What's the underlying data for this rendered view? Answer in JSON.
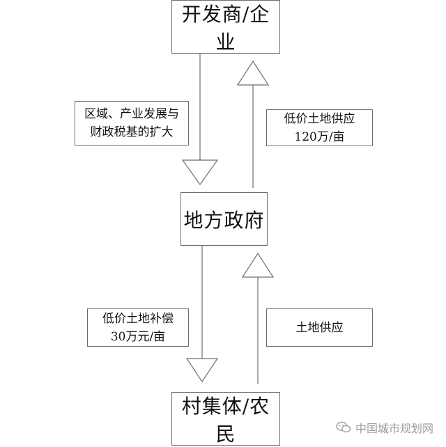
{
  "nodes": {
    "developer": "开发商/企业",
    "government": "地方政府",
    "village": "村集体/农民"
  },
  "notes": {
    "gov_to_dev": {
      "line1": "低价土地供应",
      "line2": "120万/亩"
    },
    "dev_to_gov": {
      "line1": "区域、产业发展与",
      "line2": "财政税基的扩大"
    },
    "village_to_gov": {
      "line1": "土地供应"
    },
    "gov_to_village": {
      "line1": "低价土地补偿",
      "line2": "30万元/亩"
    }
  },
  "watermark": {
    "text": "中国城市规划网",
    "icon": "wechat-chat-bubble-icon"
  },
  "colors": {
    "line": "#6e6e6e",
    "text": "#111111",
    "watermark": "#9a9a9a"
  }
}
